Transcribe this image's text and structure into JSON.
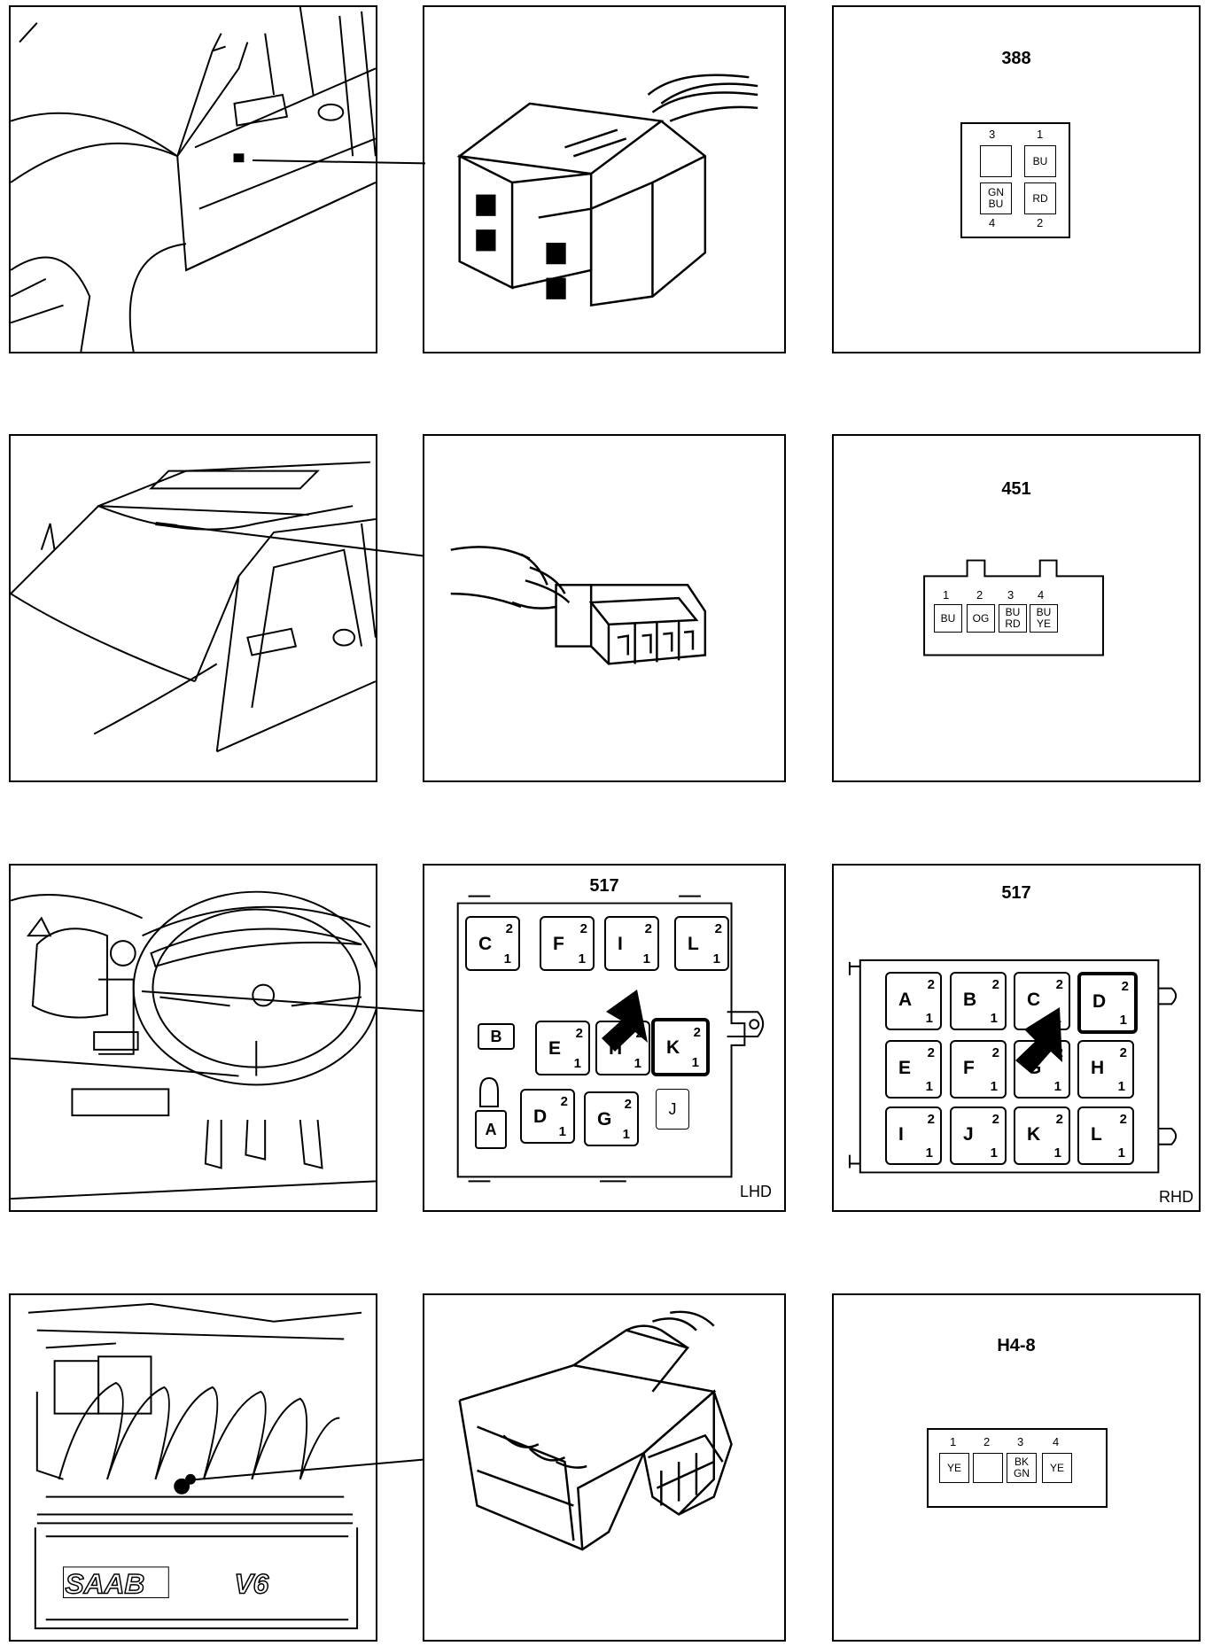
{
  "rows": [
    {
      "id": "388",
      "location": "door",
      "connector": {
        "pins": [
          {
            "num": "3",
            "wire": ""
          },
          {
            "num": "1",
            "wire": "BU"
          },
          {
            "num": "4",
            "wire": "GN BU"
          },
          {
            "num": "2",
            "wire": "RD"
          }
        ]
      }
    },
    {
      "id": "451",
      "location": "roof",
      "connector": {
        "pins": [
          {
            "num": "1",
            "wire": "BU"
          },
          {
            "num": "2",
            "wire": "OG"
          },
          {
            "num": "3",
            "wire": "BU RD"
          },
          {
            "num": "4",
            "wire": "BU YE"
          }
        ]
      }
    },
    {
      "id": "517",
      "location": "steering column",
      "lhd_label": "LHD",
      "rhd_label": "RHD",
      "lhd_fuses": [
        "C",
        "F",
        "I",
        "L",
        "E",
        "H",
        "K",
        "D",
        "G"
      ],
      "lhd_boxes": [
        "B",
        "A",
        "J"
      ],
      "rhd_fuses": [
        "A",
        "B",
        "C",
        "D",
        "E",
        "F",
        "G",
        "H",
        "I",
        "J",
        "K",
        "L"
      ],
      "fuse_pins": [
        "2",
        "1"
      ]
    },
    {
      "id": "H4-8",
      "location": "engine",
      "engine_badge": [
        "SAAB",
        "V6"
      ],
      "connector": {
        "pins": [
          {
            "num": "1",
            "wire": "YE"
          },
          {
            "num": "2",
            "wire": ""
          },
          {
            "num": "3",
            "wire": "BK GN"
          },
          {
            "num": "4",
            "wire": "YE"
          }
        ]
      }
    }
  ]
}
